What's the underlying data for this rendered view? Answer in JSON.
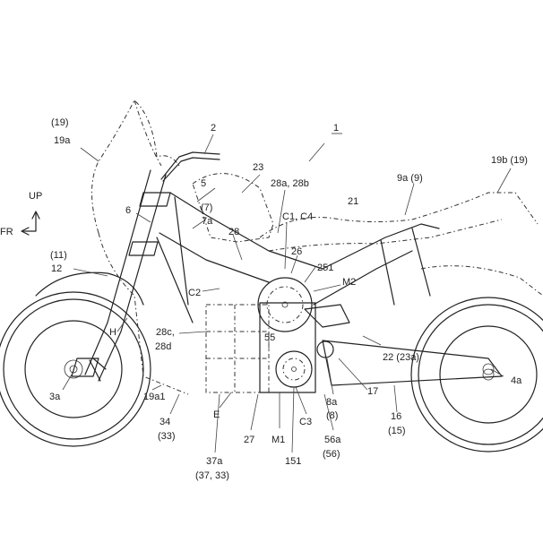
{
  "diagram": {
    "direction_up": "UP",
    "direction_front": "FR",
    "labels": {
      "l_1": "1",
      "l_2": "2",
      "l_19_top": "(19)",
      "l_19a": "19a",
      "l_19b": "19b (19)",
      "l_23": "23",
      "l_5": "5",
      "l_7": "(7)",
      "l_7a": "7a",
      "l_6": "6",
      "l_28ab": "28a, 28b",
      "l_21": "21",
      "l_9a": "9a (9)",
      "l_c1c4": "C1, C4",
      "l_28": "28",
      "l_26": "26",
      "l_11": "(11)",
      "l_12": "12",
      "l_251": "251",
      "l_m2": "M2",
      "l_c2": "C2",
      "l_h": "H",
      "l_28c": "28c,",
      "l_28d": "28d",
      "l_55": "55",
      "l_22": "22 (23a)",
      "l_3a": "3a",
      "l_19a1": "19a1",
      "l_17": "17",
      "l_8a": "8a",
      "l_8": "(8)",
      "l_4a": "4a",
      "l_34": "34",
      "l_33": "(33)",
      "l_e": "E",
      "l_27": "27",
      "l_m1": "M1",
      "l_c3": "C3",
      "l_56a": "56a",
      "l_56": "(56)",
      "l_16": "16",
      "l_15": "(15)",
      "l_37a": "37a",
      "l_37_33": "(37, 33)",
      "l_151": "151"
    }
  }
}
